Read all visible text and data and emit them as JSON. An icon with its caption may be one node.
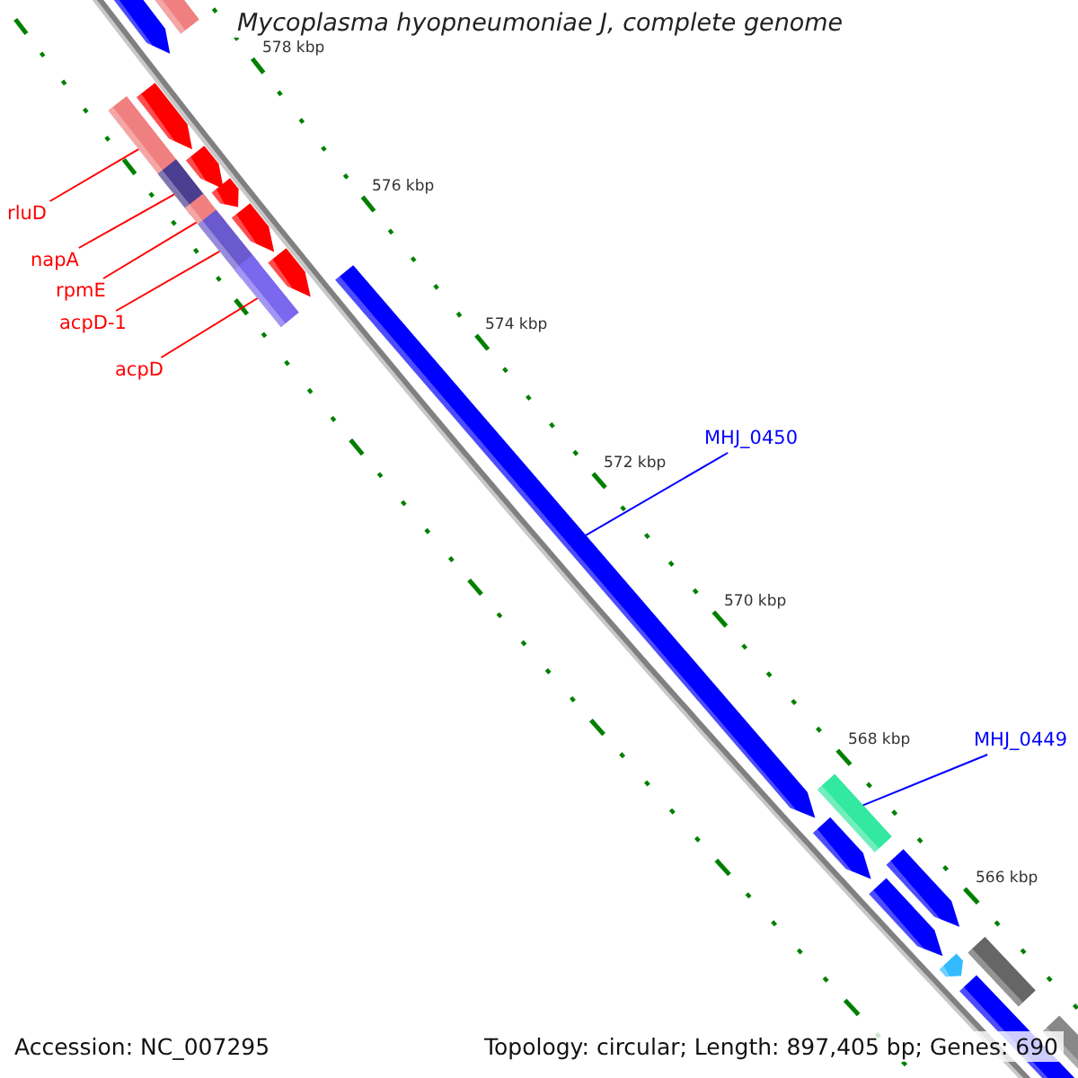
{
  "diagram": {
    "title": "Mycoplasma hyopneumoniae J, complete genome",
    "nodes": [
      {
        "text": [
          "rluD"
        ]
      },
      {
        "text": [
          "napA"
        ]
      },
      {
        "text": [
          "rpmE"
        ]
      },
      {
        "text": [
          "acpD-1"
        ]
      },
      {
        "text": [
          "acpD"
        ]
      },
      {
        "text": [
          "MHJ_0450"
        ]
      },
      {
        "text": [
          "MHJ_0449"
        ]
      },
      {
        "text": [],
        "shape": "bar"
      },
      {
        "text": [],
        "shape": "bar"
      },
      {
        "text": [],
        "shape": "bar"
      },
      {
        "text": [],
        "shape": "bar"
      },
      {
        "text": [],
        "shape": "bar"
      },
      {
        "text": [],
        "shape": "bar"
      },
      {
        "text": [],
        "shape": "bar"
      }
    ],
    "edges": [
      {
        "from": 0,
        "to": 7,
        "arrow": "none"
      },
      {
        "from": 1,
        "to": 8,
        "arrow": "none"
      },
      {
        "from": 2,
        "to": 9,
        "arrow": "none"
      },
      {
        "from": 3,
        "to": 10,
        "arrow": "none"
      },
      {
        "from": 4,
        "to": 11,
        "arrow": "none"
      },
      {
        "from": 5,
        "to": 12,
        "arrow": "none",
        "color": "#0000ff"
      },
      {
        "from": 6,
        "to": 13,
        "arrow": "none",
        "color": "#0000ff"
      }
    ],
    "labels": [
      "578 kbp",
      "576 kbp",
      "574 kbp",
      "572 kbp",
      "570 kbp",
      "568 kbp",
      "566 kbp",
      "Accession: NC_007295",
      "Topology: circular; Length: 897,405 bp; Genes: 690"
    ]
  }
}
